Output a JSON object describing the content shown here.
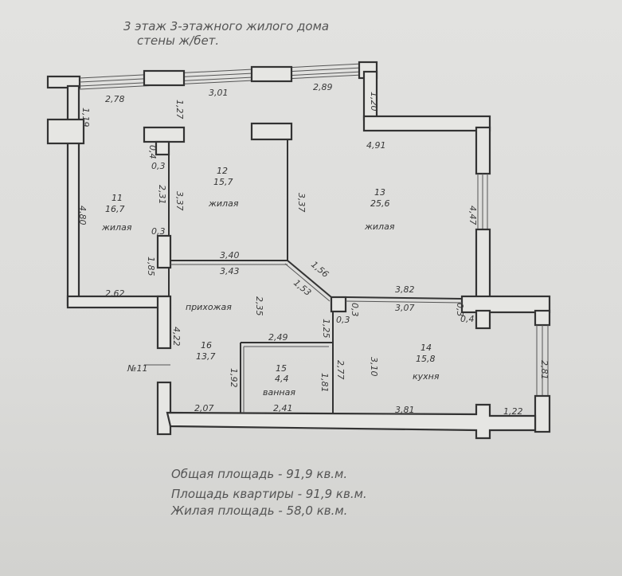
{
  "title": {
    "line1": "3 этаж 3-этажного жилого дома",
    "line2": "стены ж/бет."
  },
  "rooms": [
    {
      "number": "11",
      "area": "16,7",
      "name": "жилая"
    },
    {
      "number": "12",
      "area": "15,7",
      "name": "жилая"
    },
    {
      "number": "13",
      "area": "25,6",
      "name": "жилая"
    },
    {
      "number": "14",
      "area": "15,8",
      "name": "кухня"
    },
    {
      "number": "15",
      "area": "4,4",
      "name": "ванная"
    },
    {
      "number": "16",
      "area": "13,7",
      "name": "прихожая"
    }
  ],
  "apartment_label": "№11",
  "dimensions": [
    "2,78",
    "3,01",
    "2,89",
    "1,19",
    "1,27",
    "1,20",
    "4,91",
    "0,4",
    "0,3",
    "2,31",
    "3,37",
    "3,37",
    "4,80",
    "4,47",
    "0,3",
    "3,40",
    "3,43",
    "1,85",
    "1,56",
    "1,53",
    "2,62",
    "2,35",
    "3,82",
    "3,07",
    "0,3",
    "0,3",
    "0,3",
    "0,4",
    "1,25",
    "4,22",
    "2,49",
    "2,77",
    "3,10",
    "2,81",
    "1,92",
    "1,81",
    "2,07",
    "2,41",
    "3,81",
    "1,22"
  ],
  "summary": {
    "total_area": "Общая площадь - 91,9 кв.м.",
    "apartment_area": "Площадь квартиры - 91,9 кв.м.",
    "living_area": "Жилая площадь - 58,0 кв.м."
  }
}
